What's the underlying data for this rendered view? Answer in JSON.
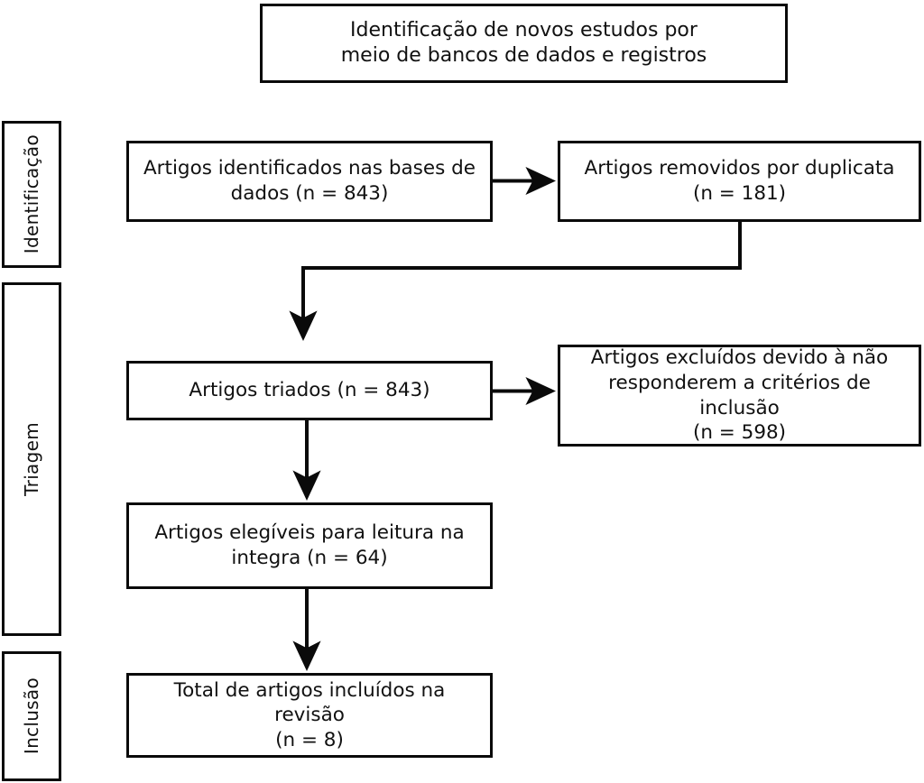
{
  "diagram": {
    "type": "prisma-flow-diagram",
    "language": "pt-BR",
    "line_color": "#0a0a0a",
    "background_color": "#ffffff",
    "header": {
      "text": "Identificação de novos estudos por\nmeio de bancos de dados e registros"
    },
    "stages": [
      {
        "label": "Identificação"
      },
      {
        "label": "Triagem"
      },
      {
        "label": "Inclusão"
      }
    ],
    "boxes": {
      "identified": {
        "text": "Artigos identificados nas bases de\ndados (n = 843)",
        "n": 843
      },
      "duplicates_removed": {
        "text": "Artigos removidos por duplicata\n(n = 181)",
        "n": 181
      },
      "screened": {
        "text": "Artigos triados (n = 843)",
        "n": 843
      },
      "excluded": {
        "text": "Artigos excluídos devido à não\nresponderem a critérios de inclusão\n(n = 598)",
        "n": 598
      },
      "eligible": {
        "text": "Artigos elegíveis para leitura na\nintegra (n = 64)",
        "n": 64
      },
      "included": {
        "text": "Total de artigos incluídos na revisão\n(n = 8)",
        "n": 8
      }
    },
    "connectors": [
      {
        "name": "identified-to-duplicates",
        "kind": "arrow-right"
      },
      {
        "name": "duplicates-to-screened",
        "kind": "elbow-arrow-down"
      },
      {
        "name": "screened-to-excluded",
        "kind": "arrow-right"
      },
      {
        "name": "screened-to-eligible",
        "kind": "arrow-down"
      },
      {
        "name": "eligible-to-included",
        "kind": "arrow-down"
      }
    ]
  }
}
